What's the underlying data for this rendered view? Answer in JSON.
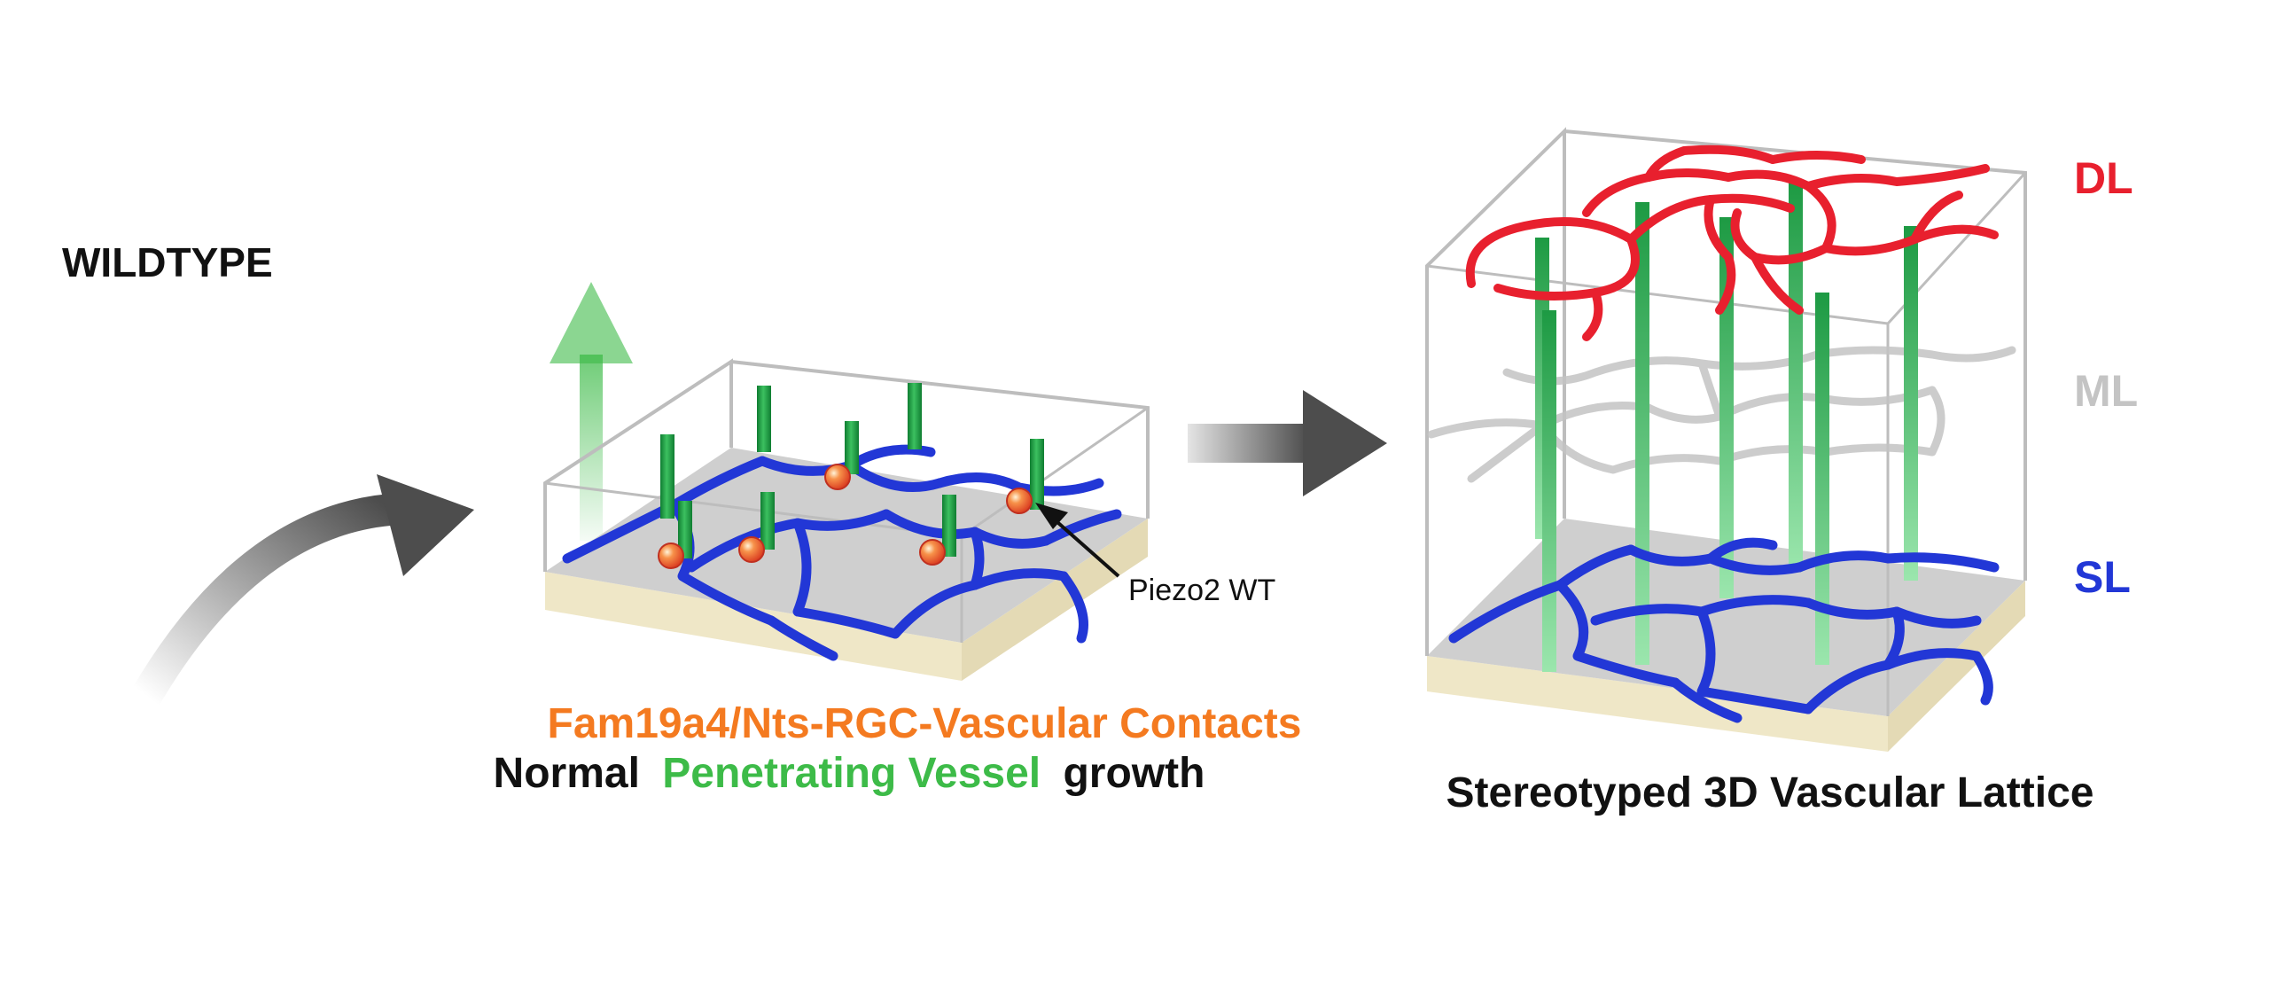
{
  "title": "WILDTYPE",
  "callout": "Piezo2 WT",
  "caption_contacts": "Fam19a4/Nts-RGC-Vascular Contacts",
  "caption_growth": {
    "part1": "Normal",
    "part2": "Penetrating Vessel",
    "part3": "growth"
  },
  "caption_lattice": "Stereotyped 3D Vascular Lattice",
  "layers": {
    "deep": "DL",
    "middle": "ML",
    "superficial": "SL"
  },
  "colors": {
    "title": "#111111",
    "contacts_text": "#f47a20",
    "penetrating_text": "#3dbb48",
    "deep_layer": "#e8202e",
    "middle_layer": "#c4c4c4",
    "superficial_layer": "#2237d6",
    "vessel": "#22a347",
    "contact_dot": "#e6452a",
    "arrow": "#4d4d4d",
    "slab_top": "#cfcfcf",
    "slab_base": "#efe7c7"
  }
}
